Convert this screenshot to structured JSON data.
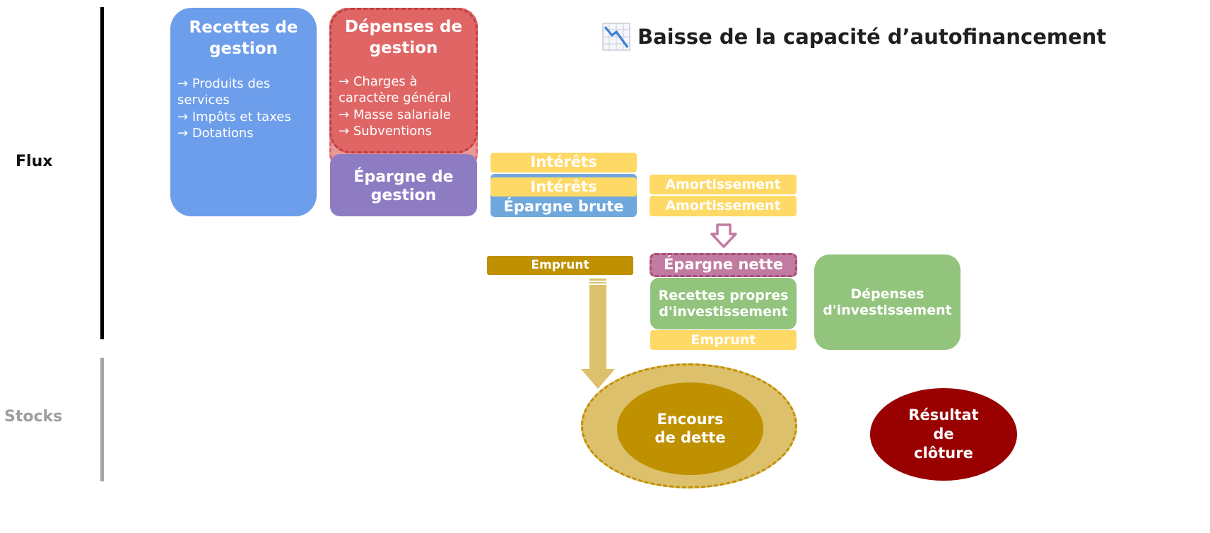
{
  "axis": {
    "flux_label": "Flux",
    "stocks_label": "Stocks",
    "flux_line_color": "#000000",
    "stocks_line_color": "#a6a6a6"
  },
  "title": {
    "text": "Baisse de la capacité d’autofinancement",
    "icon": "chart-decreasing-icon"
  },
  "cards": {
    "recettes": {
      "title": "Recettes de gestion",
      "items": [
        "Produits des services",
        "Impôts et taxes",
        "Dotations"
      ],
      "color": "#6d9eeb"
    },
    "depenses": {
      "title": "Dépenses de gestion",
      "items": [
        "Charges à caractère général",
        "Masse salariale",
        "Subventions"
      ],
      "color": "#e06666"
    }
  },
  "blocks": {
    "epargne_gestion": "Épargne de gestion",
    "interets_top": "Intérêts",
    "interets": "Intérêts",
    "epargne_brute": "Épargne brute",
    "amortissement_top": "Amortissement",
    "amortissement": "Amortissement",
    "emprunt_left": "Emprunt",
    "epargne_nette": "Épargne nette",
    "recettes_invest": "Recettes propres d'investissement",
    "emprunt_bottom": "Emprunt",
    "depenses_invest": "Dépenses d'investissement"
  },
  "stocks": {
    "encours": "Encours de dette",
    "resultat": "Résultat de clôture"
  },
  "colors": {
    "purple": "#8e7cc3",
    "yellow": "#ffd966",
    "gold": "#bf9000",
    "pink": "#c27ba0",
    "green": "#93c47d",
    "dark_red": "#990000",
    "light_gold": "#dcc06c"
  }
}
